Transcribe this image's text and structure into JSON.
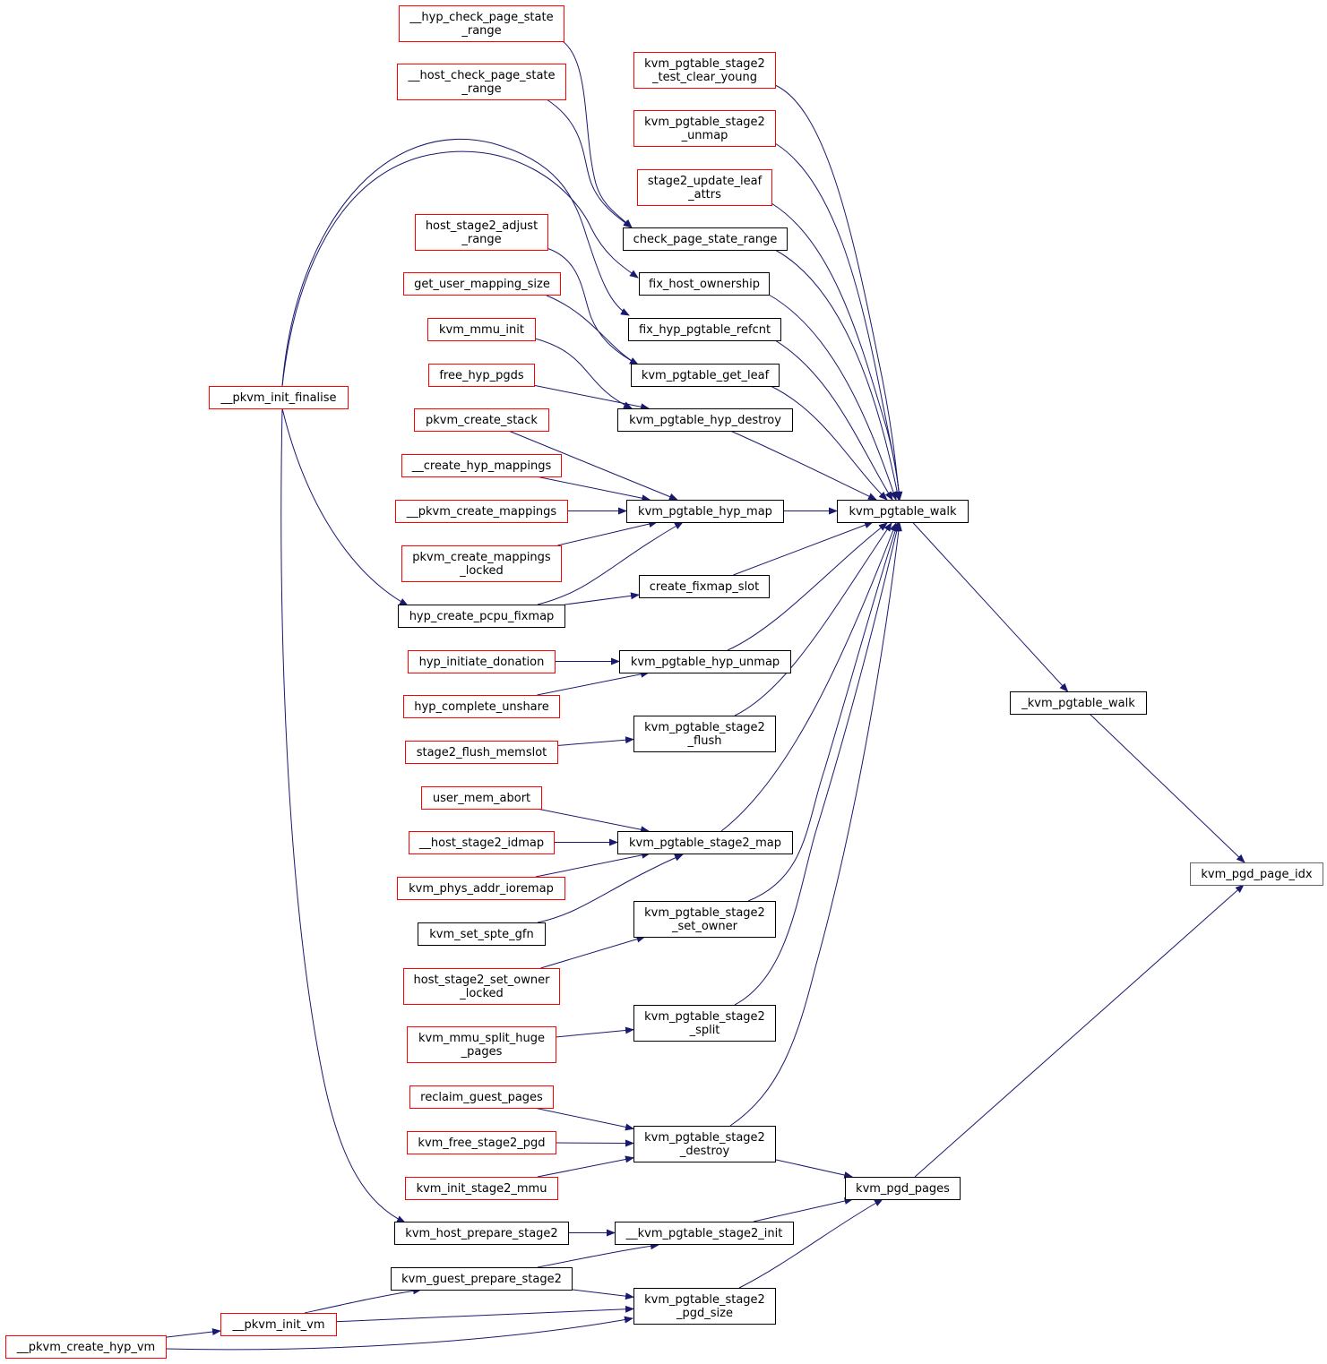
{
  "colors": {
    "edge": "#191970",
    "normal_border": "#000000",
    "truncated_border": "#ff0000",
    "root_fill": "#bfbfbf"
  },
  "nodes": {
    "kvm_pgd_page_idx": {
      "lines": [
        "kvm_pgd_page_idx"
      ],
      "style": "root"
    },
    "_kvm_pgtable_walk": {
      "lines": [
        "_kvm_pgtable_walk"
      ],
      "style": "normal"
    },
    "kvm_pgd_pages": {
      "lines": [
        "kvm_pgd_pages"
      ],
      "style": "normal"
    },
    "kvm_pgtable_walk": {
      "lines": [
        "kvm_pgtable_walk"
      ],
      "style": "normal"
    },
    "check_page_state_range": {
      "lines": [
        "check_page_state_range"
      ],
      "style": "normal"
    },
    "fix_host_ownership": {
      "lines": [
        "fix_host_ownership"
      ],
      "style": "normal"
    },
    "fix_hyp_pgtable_refcnt": {
      "lines": [
        "fix_hyp_pgtable_refcnt"
      ],
      "style": "normal"
    },
    "kvm_pgtable_get_leaf": {
      "lines": [
        "kvm_pgtable_get_leaf"
      ],
      "style": "normal"
    },
    "kvm_pgtable_hyp_destroy": {
      "lines": [
        "kvm_pgtable_hyp_destroy"
      ],
      "style": "normal"
    },
    "kvm_pgtable_hyp_map": {
      "lines": [
        "kvm_pgtable_hyp_map"
      ],
      "style": "normal"
    },
    "create_fixmap_slot": {
      "lines": [
        "create_fixmap_slot"
      ],
      "style": "normal"
    },
    "kvm_pgtable_hyp_unmap": {
      "lines": [
        "kvm_pgtable_hyp_unmap"
      ],
      "style": "normal"
    },
    "kvm_pgtable_stage2_flush": {
      "lines": [
        "kvm_pgtable_stage2",
        "_flush"
      ],
      "style": "normal"
    },
    "kvm_pgtable_stage2_map": {
      "lines": [
        "kvm_pgtable_stage2_map"
      ],
      "style": "normal"
    },
    "kvm_pgtable_stage2_set_owner": {
      "lines": [
        "kvm_pgtable_stage2",
        "_set_owner"
      ],
      "style": "normal"
    },
    "kvm_pgtable_stage2_split": {
      "lines": [
        "kvm_pgtable_stage2",
        "_split"
      ],
      "style": "normal"
    },
    "kvm_pgtable_stage2_destroy": {
      "lines": [
        "kvm_pgtable_stage2",
        "_destroy"
      ],
      "style": "normal"
    },
    "__kvm_pgtable_stage2_init": {
      "lines": [
        "__kvm_pgtable_stage2_init"
      ],
      "style": "normal"
    },
    "kvm_pgtable_stage2_pgd_size": {
      "lines": [
        "kvm_pgtable_stage2",
        "_pgd_size"
      ],
      "style": "normal"
    },
    "kvm_pgtable_stage2_test_clear_young": {
      "lines": [
        "kvm_pgtable_stage2",
        "_test_clear_young"
      ],
      "style": "truncated"
    },
    "kvm_pgtable_stage2_unmap": {
      "lines": [
        "kvm_pgtable_stage2",
        "_unmap"
      ],
      "style": "truncated"
    },
    "stage2_update_leaf_attrs": {
      "lines": [
        "stage2_update_leaf",
        "_attrs"
      ],
      "style": "truncated"
    },
    "__hyp_check_page_state_range": {
      "lines": [
        "__hyp_check_page_state",
        "_range"
      ],
      "style": "truncated"
    },
    "__host_check_page_state_range": {
      "lines": [
        "__host_check_page_state",
        "_range"
      ],
      "style": "truncated"
    },
    "host_stage2_adjust_range": {
      "lines": [
        "host_stage2_adjust",
        "_range"
      ],
      "style": "truncated"
    },
    "get_user_mapping_size": {
      "lines": [
        "get_user_mapping_size"
      ],
      "style": "truncated"
    },
    "kvm_mmu_init": {
      "lines": [
        "kvm_mmu_init"
      ],
      "style": "truncated"
    },
    "free_hyp_pgds": {
      "lines": [
        "free_hyp_pgds"
      ],
      "style": "truncated"
    },
    "pkvm_create_stack": {
      "lines": [
        "pkvm_create_stack"
      ],
      "style": "truncated"
    },
    "__create_hyp_mappings": {
      "lines": [
        "__create_hyp_mappings"
      ],
      "style": "truncated"
    },
    "__pkvm_create_mappings": {
      "lines": [
        "__pkvm_create_mappings"
      ],
      "style": "truncated"
    },
    "pkvm_create_mappings_locked": {
      "lines": [
        "pkvm_create_mappings",
        "_locked"
      ],
      "style": "truncated"
    },
    "hyp_create_pcpu_fixmap": {
      "lines": [
        "hyp_create_pcpu_fixmap"
      ],
      "style": "normal"
    },
    "__pkvm_init_finalise": {
      "lines": [
        "__pkvm_init_finalise"
      ],
      "style": "truncated"
    },
    "hyp_initiate_donation": {
      "lines": [
        "hyp_initiate_donation"
      ],
      "style": "truncated"
    },
    "hyp_complete_unshare": {
      "lines": [
        "hyp_complete_unshare"
      ],
      "style": "truncated"
    },
    "stage2_flush_memslot": {
      "lines": [
        "stage2_flush_memslot"
      ],
      "style": "truncated"
    },
    "user_mem_abort": {
      "lines": [
        "user_mem_abort"
      ],
      "style": "truncated"
    },
    "__host_stage2_idmap": {
      "lines": [
        "__host_stage2_idmap"
      ],
      "style": "truncated"
    },
    "kvm_phys_addr_ioremap": {
      "lines": [
        "kvm_phys_addr_ioremap"
      ],
      "style": "truncated"
    },
    "kvm_set_spte_gfn": {
      "lines": [
        "kvm_set_spte_gfn"
      ],
      "style": "normal"
    },
    "host_stage2_set_owner_locked": {
      "lines": [
        "host_stage2_set_owner",
        "_locked"
      ],
      "style": "truncated"
    },
    "kvm_mmu_split_huge_pages": {
      "lines": [
        "kvm_mmu_split_huge",
        "_pages"
      ],
      "style": "truncated"
    },
    "reclaim_guest_pages": {
      "lines": [
        "reclaim_guest_pages"
      ],
      "style": "truncated"
    },
    "kvm_free_stage2_pgd": {
      "lines": [
        "kvm_free_stage2_pgd"
      ],
      "style": "truncated"
    },
    "kvm_init_stage2_mmu": {
      "lines": [
        "kvm_init_stage2_mmu"
      ],
      "style": "truncated"
    },
    "kvm_host_prepare_stage2": {
      "lines": [
        "kvm_host_prepare_stage2"
      ],
      "style": "normal"
    },
    "kvm_guest_prepare_stage2": {
      "lines": [
        "kvm_guest_prepare_stage2"
      ],
      "style": "normal"
    },
    "__pkvm_init_vm": {
      "lines": [
        "__pkvm_init_vm"
      ],
      "style": "truncated"
    },
    "__pkvm_create_hyp_vm": {
      "lines": [
        "__pkvm_create_hyp_vm"
      ],
      "style": "truncated"
    }
  },
  "edges": [
    {
      "from": "_kvm_pgtable_walk",
      "to": "kvm_pgd_page_idx"
    },
    {
      "from": "kvm_pgd_pages",
      "to": "kvm_pgd_page_idx"
    },
    {
      "from": "kvm_pgtable_walk",
      "to": "_kvm_pgtable_walk"
    },
    {
      "from": "kvm_pgtable_stage2_test_clear_young",
      "to": "kvm_pgtable_walk"
    },
    {
      "from": "kvm_pgtable_stage2_unmap",
      "to": "kvm_pgtable_walk"
    },
    {
      "from": "stage2_update_leaf_attrs",
      "to": "kvm_pgtable_walk"
    },
    {
      "from": "check_page_state_range",
      "to": "kvm_pgtable_walk"
    },
    {
      "from": "fix_host_ownership",
      "to": "kvm_pgtable_walk"
    },
    {
      "from": "fix_hyp_pgtable_refcnt",
      "to": "kvm_pgtable_walk"
    },
    {
      "from": "kvm_pgtable_get_leaf",
      "to": "kvm_pgtable_walk"
    },
    {
      "from": "kvm_pgtable_hyp_destroy",
      "to": "kvm_pgtable_walk"
    },
    {
      "from": "kvm_pgtable_hyp_map",
      "to": "kvm_pgtable_walk"
    },
    {
      "from": "create_fixmap_slot",
      "to": "kvm_pgtable_walk"
    },
    {
      "from": "kvm_pgtable_hyp_unmap",
      "to": "kvm_pgtable_walk"
    },
    {
      "from": "kvm_pgtable_stage2_flush",
      "to": "kvm_pgtable_walk"
    },
    {
      "from": "kvm_pgtable_stage2_map",
      "to": "kvm_pgtable_walk"
    },
    {
      "from": "kvm_pgtable_stage2_set_owner",
      "to": "kvm_pgtable_walk"
    },
    {
      "from": "kvm_pgtable_stage2_split",
      "to": "kvm_pgtable_walk"
    },
    {
      "from": "kvm_pgtable_stage2_destroy",
      "to": "kvm_pgtable_walk"
    },
    {
      "from": "kvm_pgtable_stage2_destroy",
      "to": "kvm_pgd_pages"
    },
    {
      "from": "__kvm_pgtable_stage2_init",
      "to": "kvm_pgd_pages"
    },
    {
      "from": "kvm_pgtable_stage2_pgd_size",
      "to": "kvm_pgd_pages"
    },
    {
      "from": "__hyp_check_page_state_range",
      "to": "check_page_state_range"
    },
    {
      "from": "__host_check_page_state_range",
      "to": "check_page_state_range"
    },
    {
      "from": "__pkvm_init_finalise",
      "to": "fix_host_ownership"
    },
    {
      "from": "__pkvm_init_finalise",
      "to": "fix_hyp_pgtable_refcnt"
    },
    {
      "from": "host_stage2_adjust_range",
      "to": "kvm_pgtable_get_leaf"
    },
    {
      "from": "get_user_mapping_size",
      "to": "kvm_pgtable_get_leaf"
    },
    {
      "from": "kvm_mmu_init",
      "to": "kvm_pgtable_hyp_destroy"
    },
    {
      "from": "free_hyp_pgds",
      "to": "kvm_pgtable_hyp_destroy"
    },
    {
      "from": "pkvm_create_stack",
      "to": "kvm_pgtable_hyp_map"
    },
    {
      "from": "__create_hyp_mappings",
      "to": "kvm_pgtable_hyp_map"
    },
    {
      "from": "__pkvm_create_mappings",
      "to": "kvm_pgtable_hyp_map"
    },
    {
      "from": "pkvm_create_mappings_locked",
      "to": "kvm_pgtable_hyp_map"
    },
    {
      "from": "hyp_create_pcpu_fixmap",
      "to": "kvm_pgtable_hyp_map"
    },
    {
      "from": "hyp_create_pcpu_fixmap",
      "to": "create_fixmap_slot"
    },
    {
      "from": "__pkvm_init_finalise",
      "to": "hyp_create_pcpu_fixmap"
    },
    {
      "from": "hyp_initiate_donation",
      "to": "kvm_pgtable_hyp_unmap"
    },
    {
      "from": "hyp_complete_unshare",
      "to": "kvm_pgtable_hyp_unmap"
    },
    {
      "from": "stage2_flush_memslot",
      "to": "kvm_pgtable_stage2_flush"
    },
    {
      "from": "user_mem_abort",
      "to": "kvm_pgtable_stage2_map"
    },
    {
      "from": "__host_stage2_idmap",
      "to": "kvm_pgtable_stage2_map"
    },
    {
      "from": "kvm_phys_addr_ioremap",
      "to": "kvm_pgtable_stage2_map"
    },
    {
      "from": "kvm_set_spte_gfn",
      "to": "kvm_pgtable_stage2_map"
    },
    {
      "from": "host_stage2_set_owner_locked",
      "to": "kvm_pgtable_stage2_set_owner"
    },
    {
      "from": "kvm_mmu_split_huge_pages",
      "to": "kvm_pgtable_stage2_split"
    },
    {
      "from": "reclaim_guest_pages",
      "to": "kvm_pgtable_stage2_destroy"
    },
    {
      "from": "kvm_free_stage2_pgd",
      "to": "kvm_pgtable_stage2_destroy"
    },
    {
      "from": "kvm_init_stage2_mmu",
      "to": "kvm_pgtable_stage2_destroy"
    },
    {
      "from": "kvm_host_prepare_stage2",
      "to": "__kvm_pgtable_stage2_init"
    },
    {
      "from": "kvm_guest_prepare_stage2",
      "to": "__kvm_pgtable_stage2_init"
    },
    {
      "from": "kvm_guest_prepare_stage2",
      "to": "kvm_pgtable_stage2_pgd_size"
    },
    {
      "from": "__pkvm_init_vm",
      "to": "kvm_pgtable_stage2_pgd_size"
    },
    {
      "from": "__pkvm_create_hyp_vm",
      "to": "kvm_pgtable_stage2_pgd_size"
    },
    {
      "from": "__pkvm_init_finalise",
      "to": "kvm_host_prepare_stage2"
    },
    {
      "from": "__pkvm_init_vm",
      "to": "kvm_guest_prepare_stage2"
    },
    {
      "from": "__pkvm_create_hyp_vm",
      "to": "__pkvm_init_vm"
    }
  ]
}
